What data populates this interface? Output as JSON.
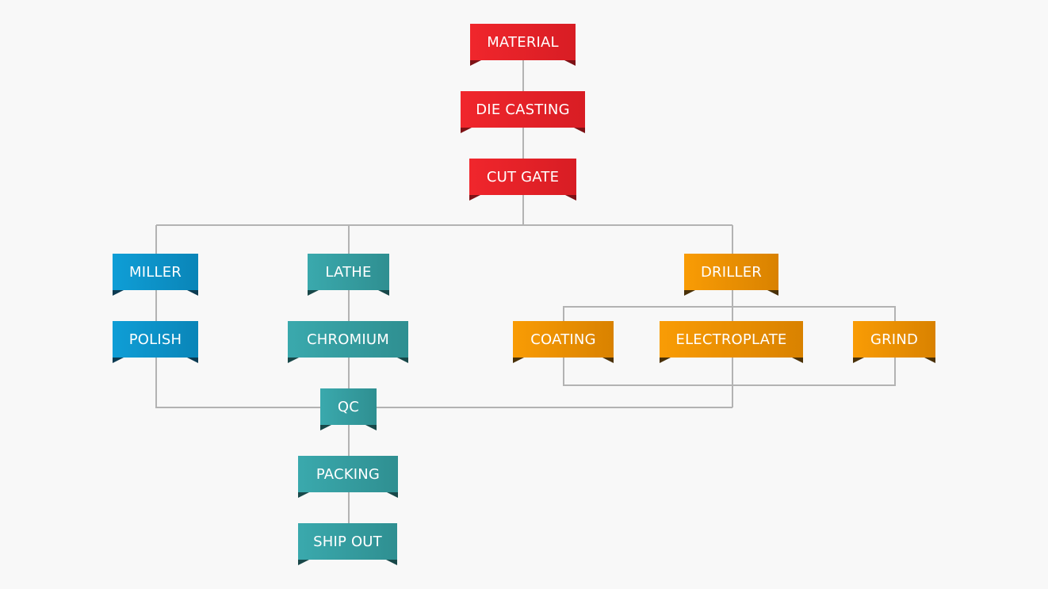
{
  "diagram": {
    "nodes": {
      "material": "MATERIAL",
      "die_casting": "DIE CASTING",
      "cut_gate": "CUT GATE",
      "miller": "MILLER",
      "polish": "POLISH",
      "lathe": "LATHE",
      "chromium": "CHROMIUM",
      "driller": "DRILLER",
      "coating": "COATING",
      "electroplate": "ELECTROPLATE",
      "grind": "GRIND",
      "qc": "QC",
      "packing": "PACKING",
      "ship_out": "SHIP OUT"
    },
    "edges": [
      [
        "MATERIAL",
        "DIE CASTING"
      ],
      [
        "DIE CASTING",
        "CUT GATE"
      ],
      [
        "CUT GATE",
        "MILLER"
      ],
      [
        "CUT GATE",
        "LATHE"
      ],
      [
        "CUT GATE",
        "DRILLER"
      ],
      [
        "MILLER",
        "POLISH"
      ],
      [
        "LATHE",
        "CHROMIUM"
      ],
      [
        "DRILLER",
        "COATING"
      ],
      [
        "DRILLER",
        "ELECTROPLATE"
      ],
      [
        "DRILLER",
        "GRIND"
      ],
      [
        "POLISH",
        "QC"
      ],
      [
        "CHROMIUM",
        "QC"
      ],
      [
        "COATING",
        "QC"
      ],
      [
        "ELECTROPLATE",
        "QC"
      ],
      [
        "GRIND",
        "QC"
      ],
      [
        "QC",
        "PACKING"
      ],
      [
        "PACKING",
        "SHIP OUT"
      ]
    ],
    "colors": {
      "red": "#e8232a",
      "blue": "#0d95cc",
      "teal": "#359ea1",
      "orange": "#ee9203",
      "connector": "#b3b3b3",
      "background": "#f8f8f8"
    }
  }
}
